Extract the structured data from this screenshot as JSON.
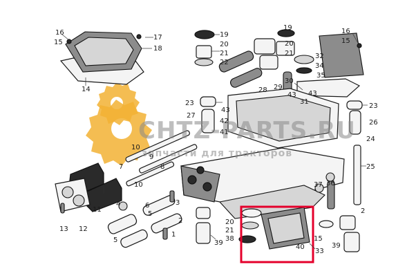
{
  "watermark": {
    "brand": "CHTZ-PARTS.RU",
    "tagline": "запчасти для тракторов",
    "gear_color": "#f2b134"
  },
  "highlight": {
    "color": "#e4002b"
  },
  "callouts": {
    "c16a": "16",
    "c15a": "15",
    "c17": "17",
    "c18": "18",
    "c14": "14",
    "c19a": "19",
    "c20a": "20",
    "c21a": "21",
    "c22": "22",
    "c28": "28",
    "c29": "29",
    "c30": "30",
    "c43a": "43",
    "c19b": "19",
    "c20b": "20",
    "c21b": "21",
    "c32": "32",
    "c34": "34",
    "c35": "35",
    "c31": "31",
    "c43b": "43",
    "c16b": "16",
    "c15b": "15",
    "c23a": "23",
    "c27": "27",
    "c43c": "43",
    "c42": "42",
    "c41": "41",
    "c23b": "23",
    "c26": "26",
    "c24": "24",
    "c25": "25",
    "c10a": "10",
    "c9": "9",
    "c8": "8",
    "c7": "7",
    "c10b": "10",
    "c11": "11",
    "c12": "12",
    "c13": "13",
    "c36": "36",
    "c37": "37",
    "c4": "4",
    "c6": "6",
    "c3": "3",
    "c5a": "5",
    "c2a": "2",
    "c5b": "5",
    "c1": "1",
    "c20c": "20",
    "c21c": "21",
    "c38": "38",
    "c39a": "39",
    "c40": "40",
    "c33": "33",
    "c15c": "15",
    "c2b": "2",
    "c39b": "39"
  }
}
